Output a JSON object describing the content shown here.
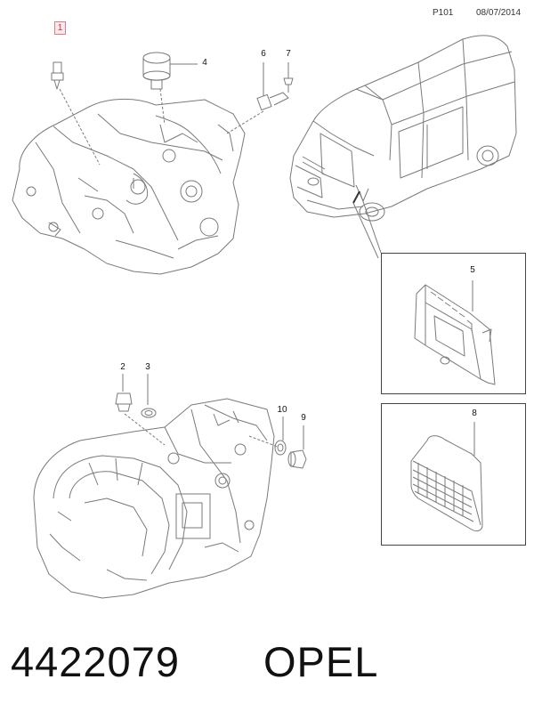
{
  "header": {
    "page_code": "P101",
    "date": "08/07/2014"
  },
  "callouts": [
    {
      "id": "1",
      "highlighted": true
    },
    {
      "id": "2"
    },
    {
      "id": "3"
    },
    {
      "id": "4"
    },
    {
      "id": "5"
    },
    {
      "id": "6"
    },
    {
      "id": "7"
    },
    {
      "id": "8"
    },
    {
      "id": "9"
    },
    {
      "id": "10"
    }
  ],
  "footer": {
    "part_number": "4422079",
    "brand": "OPEL"
  },
  "colors": {
    "line": "#7a7a7a",
    "highlight_border": "#e07a86",
    "highlight_fill": "#fde7ea"
  }
}
